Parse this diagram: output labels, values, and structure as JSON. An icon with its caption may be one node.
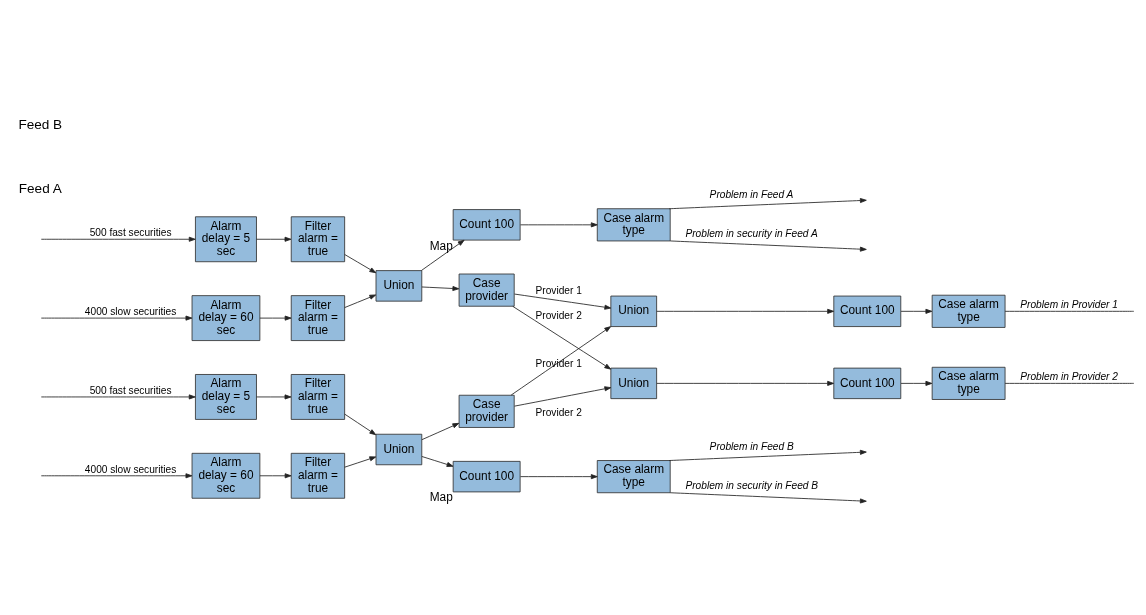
{
  "diagram": {
    "nodes": [
      {
        "text": [
          "Alarm delay = 5 sec"
        ]
      },
      {
        "text": [
          "Filter alarm = true"
        ]
      },
      {
        "text": [
          "Alarm delay = 60 sec"
        ]
      },
      {
        "text": [
          "Filter alarm = true"
        ]
      },
      {
        "text": [
          "Union"
        ]
      },
      {
        "text": [
          "Count 100"
        ],
        "beside": [
          "Map"
        ]
      },
      {
        "text": [
          "Case alarm type"
        ]
      },
      {
        "text": [
          "Case provider"
        ]
      },
      {
        "text": [
          "Case provider"
        ]
      },
      {
        "text": [
          "Union"
        ]
      },
      {
        "text": [
          "Count 100"
        ]
      },
      {
        "text": [
          "Case alarm type"
        ]
      },
      {
        "text": [
          "Union"
        ]
      },
      {
        "text": [
          "Count 100"
        ]
      },
      {
        "text": [
          "Case alarm type"
        ]
      },
      {
        "text": [
          "Alarm delay = 5 sec"
        ]
      },
      {
        "text": [
          "Filter alarm = true"
        ]
      },
      {
        "text": [
          "Alarm delay = 60 sec"
        ]
      },
      {
        "text": [
          "Filter alarm = true"
        ]
      },
      {
        "text": [
          "Union"
        ]
      },
      {
        "text": [
          "Count 100"
        ],
        "beside": [
          "Map"
        ]
      },
      {
        "text": [
          "Case alarm type"
        ]
      }
    ],
    "edges": [
      {
        "from": null,
        "to": 0,
        "arrow": "to",
        "label": "500 fast securities"
      },
      {
        "from": null,
        "to": 2,
        "arrow": "to",
        "label": "4000 slow securities"
      },
      {
        "from": 0,
        "to": 1,
        "arrow": "to"
      },
      {
        "from": 2,
        "to": 3,
        "arrow": "to"
      },
      {
        "from": 1,
        "to": 4,
        "arrow": "to"
      },
      {
        "from": 3,
        "to": 4,
        "arrow": "to"
      },
      {
        "from": 4,
        "to": 5,
        "arrow": "to"
      },
      {
        "from": 4,
        "to": 7,
        "arrow": "to"
      },
      {
        "from": 5,
        "to": 6,
        "arrow": "to"
      },
      {
        "from": 6,
        "to": null,
        "arrow": "to",
        "label": "Problem in Feed A"
      },
      {
        "from": 6,
        "to": null,
        "arrow": "to",
        "label": "Problem in security in Feed A"
      },
      {
        "from": 7,
        "to": 9,
        "arrow": "to",
        "label": "Provider 1"
      },
      {
        "from": 7,
        "to": 12,
        "arrow": "to",
        "label": "Provider 2"
      },
      {
        "from": 8,
        "to": 9,
        "arrow": "to",
        "label": "Provider 1"
      },
      {
        "from": 8,
        "to": 12,
        "arrow": "to",
        "label": "Provider 2"
      },
      {
        "from": 9,
        "to": 10,
        "arrow": "to"
      },
      {
        "from": 10,
        "to": 11,
        "arrow": "to"
      },
      {
        "from": 11,
        "to": null,
        "arrow": "none",
        "label": "Problem in Provider 1"
      },
      {
        "from": 12,
        "to": 13,
        "arrow": "to"
      },
      {
        "from": 13,
        "to": 14,
        "arrow": "to"
      },
      {
        "from": 14,
        "to": null,
        "arrow": "none",
        "label": "Problem in Provider 2"
      },
      {
        "from": null,
        "to": 15,
        "arrow": "to",
        "label": "500 fast securities"
      },
      {
        "from": null,
        "to": 17,
        "arrow": "to",
        "label": "4000 slow securities"
      },
      {
        "from": 15,
        "to": 16,
        "arrow": "to"
      },
      {
        "from": 17,
        "to": 18,
        "arrow": "to"
      },
      {
        "from": 16,
        "to": 19,
        "arrow": "to"
      },
      {
        "from": 18,
        "to": 19,
        "arrow": "to"
      },
      {
        "from": 19,
        "to": 8,
        "arrow": "to"
      },
      {
        "from": 19,
        "to": 20,
        "arrow": "to"
      },
      {
        "from": 20,
        "to": 21,
        "arrow": "to"
      },
      {
        "from": 21,
        "to": null,
        "arrow": "to",
        "label": "Problem in Feed B"
      },
      {
        "from": 21,
        "to": null,
        "arrow": "to",
        "label": "Problem in security in Feed B"
      }
    ],
    "labels": [
      "Feed A",
      "Feed B"
    ]
  }
}
